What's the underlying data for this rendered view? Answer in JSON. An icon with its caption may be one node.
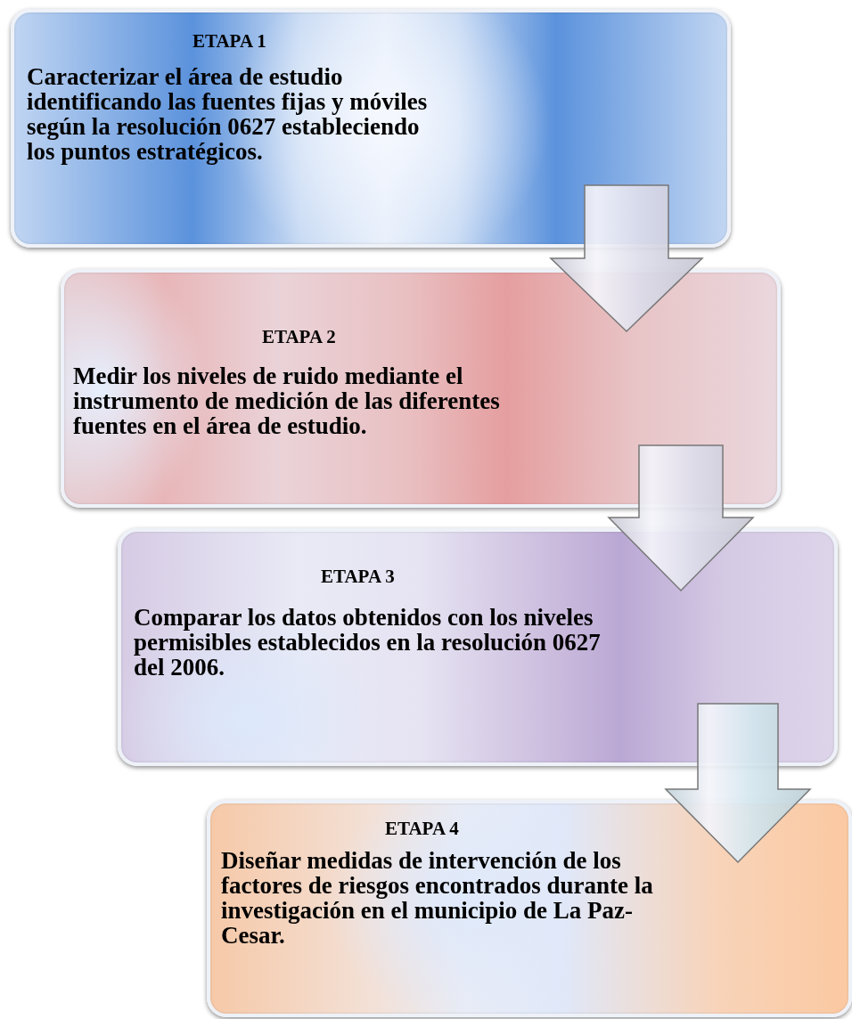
{
  "diagram": {
    "nodes": [
      {
        "text": [
          "ETAPA 1",
          "Caracterizar el área de estudio identificando las fuentes fijas y móviles según la resolución 0627 estableciendo los puntos estratégicos."
        ]
      },
      {
        "text": [
          "ETAPA 2",
          "Medir los niveles de ruido mediante el instrumento de medición de las diferentes fuentes en el área de estudio."
        ]
      },
      {
        "text": [
          "ETAPA 3",
          "Comparar los datos obtenidos con los niveles permisibles establecidos en la resolución 0627 del 2006."
        ]
      },
      {
        "text": [
          "ETAPA 4",
          "Diseñar medidas de intervención de los factores de riesgos encontrados durante la investigación en el municipio de La Paz-Cesar."
        ]
      }
    ],
    "edges": [
      {
        "from": 0,
        "to": 1,
        "arrow": "to"
      },
      {
        "from": 1,
        "to": 2,
        "arrow": "to"
      },
      {
        "from": 2,
        "to": 3,
        "arrow": "to",
        "color": "#d3e6ee"
      }
    ]
  }
}
